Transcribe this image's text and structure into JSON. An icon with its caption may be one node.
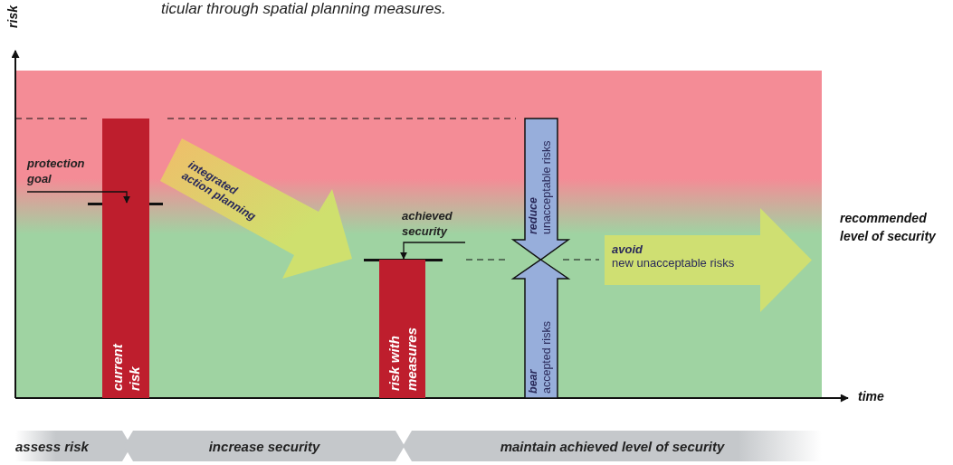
{
  "diagram": {
    "nodes": [
      {
        "text": [
          "protection goal"
        ]
      },
      {
        "text": [],
        "shape": "bar"
      },
      {
        "text": [
          "current risk"
        ]
      },
      {
        "text": [
          "integrated action planning"
        ]
      },
      {
        "text": [
          "achieved security"
        ]
      },
      {
        "text": [],
        "shape": "bar"
      },
      {
        "text": [
          "risk with measures"
        ]
      },
      {
        "text": [
          "reduce",
          "unacceptable risks"
        ]
      },
      {
        "text": [
          "bear",
          "accepted risks"
        ]
      },
      {
        "text": [
          "avoid",
          "new unacceptable risks"
        ]
      },
      {
        "text": [
          "assess risk"
        ]
      },
      {
        "text": [
          "increase security"
        ]
      },
      {
        "text": [
          "maintain achieved level of security"
        ]
      }
    ],
    "edges": [
      {
        "from": 0,
        "to": 1,
        "arrow": "to"
      },
      {
        "from": 4,
        "to": 5,
        "arrow": "to"
      }
    ],
    "labels": [
      "ticular through spatial planning measures.",
      "risk",
      "recommended level of security",
      "time"
    ]
  }
}
